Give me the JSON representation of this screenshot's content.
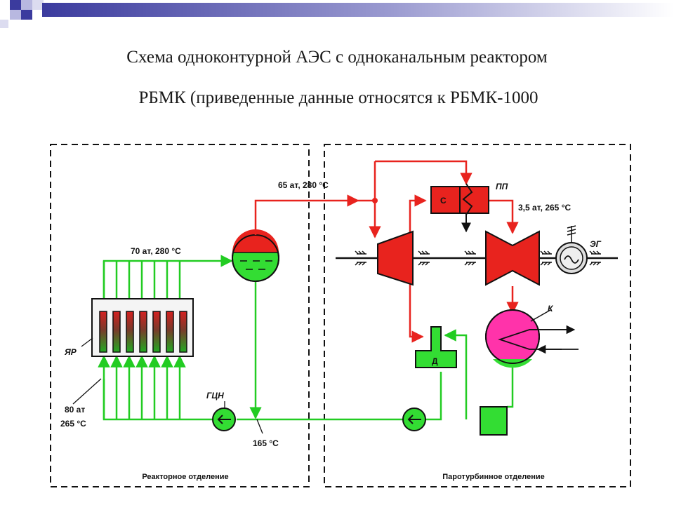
{
  "title": {
    "line1": "Схема одноконтурной АЭС с одноканальным реактором",
    "line2": "РБМК (приведенные данные относятся к РБМК-1000"
  },
  "sections": {
    "reactor": "Реакторное отделение",
    "turbine": "Паротурбинное отделение"
  },
  "labels": {
    "steam_65": "65 ат, 280 °С",
    "steam_70": "70 ат, 280 °С",
    "steam_35": "3,5 ат, 265 °С",
    "inlet_80": "80 ат",
    "inlet_265": "265 °С",
    "return_165": "165 °С",
    "yar": "ЯР",
    "gcn": "ГЦН",
    "pp": "ПП",
    "separator": "С",
    "eg": "ЭГ",
    "condenser": "К",
    "deaerator": "Д"
  },
  "colors": {
    "steam": "#e8231e",
    "water": "#22cc22",
    "water_fill": "#33dd33",
    "condenser_fill": "#ff33aa",
    "outline": "#111111",
    "deco_blue": "#3b3b9e",
    "deco_light": "#b8b8e0"
  }
}
